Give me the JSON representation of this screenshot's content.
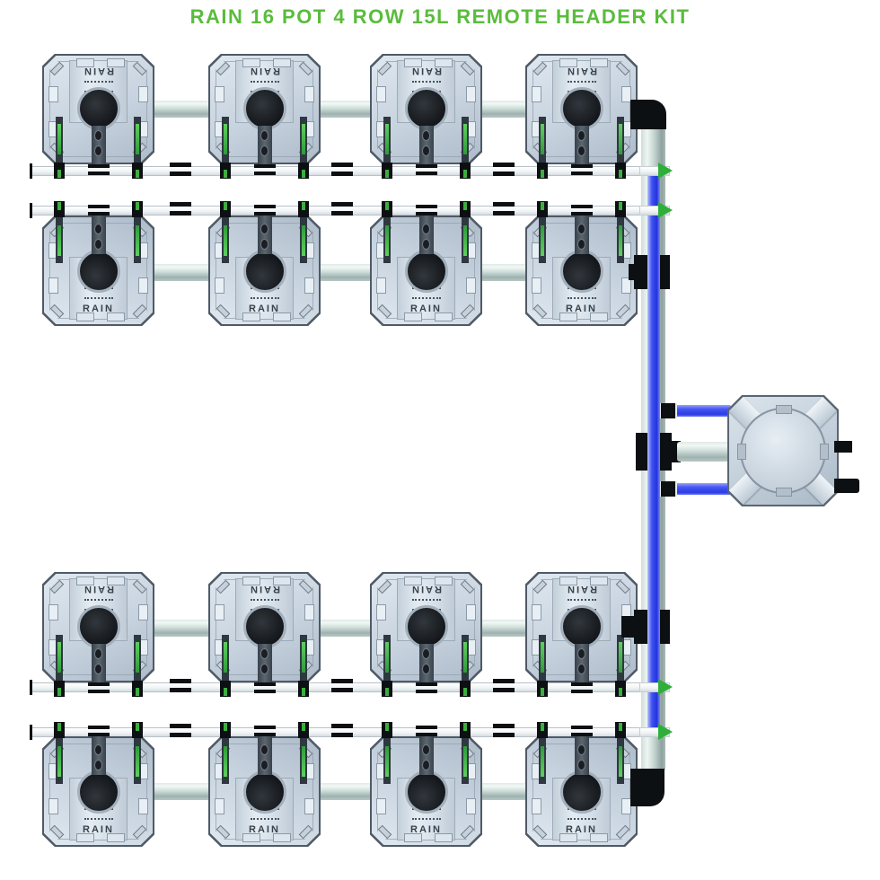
{
  "title": {
    "text": "RAIN 16 POT 4 ROW 15L REMOTE HEADER KIT"
  },
  "pot": {
    "label": "RAIN",
    "count": 16
  },
  "system": {
    "rows": 4,
    "pots_per_row": 4,
    "total_pots": 16,
    "pot_size": "15L",
    "header_type": "REMOTE HEADER"
  },
  "colors": {
    "title_green": "#5abc3c",
    "pot_body": "#c6d2de",
    "feed_pipe_silver": "#c2d2ce",
    "drain_pipe_blue": "#3a4cf0",
    "drain_rail_white": "#f0f4f6",
    "fitting_black": "#0d1013",
    "connector_green": "#2fae3a",
    "tank_body": "#c2cfda"
  },
  "icons": {
    "sprinkler-icon": "dotted spray glyph on pot lid",
    "rail-connector-arrow": "green right-pointing barb",
    "pot-lid-hole": "dark circular plant hole",
    "tank-lid": "round screw lid"
  }
}
